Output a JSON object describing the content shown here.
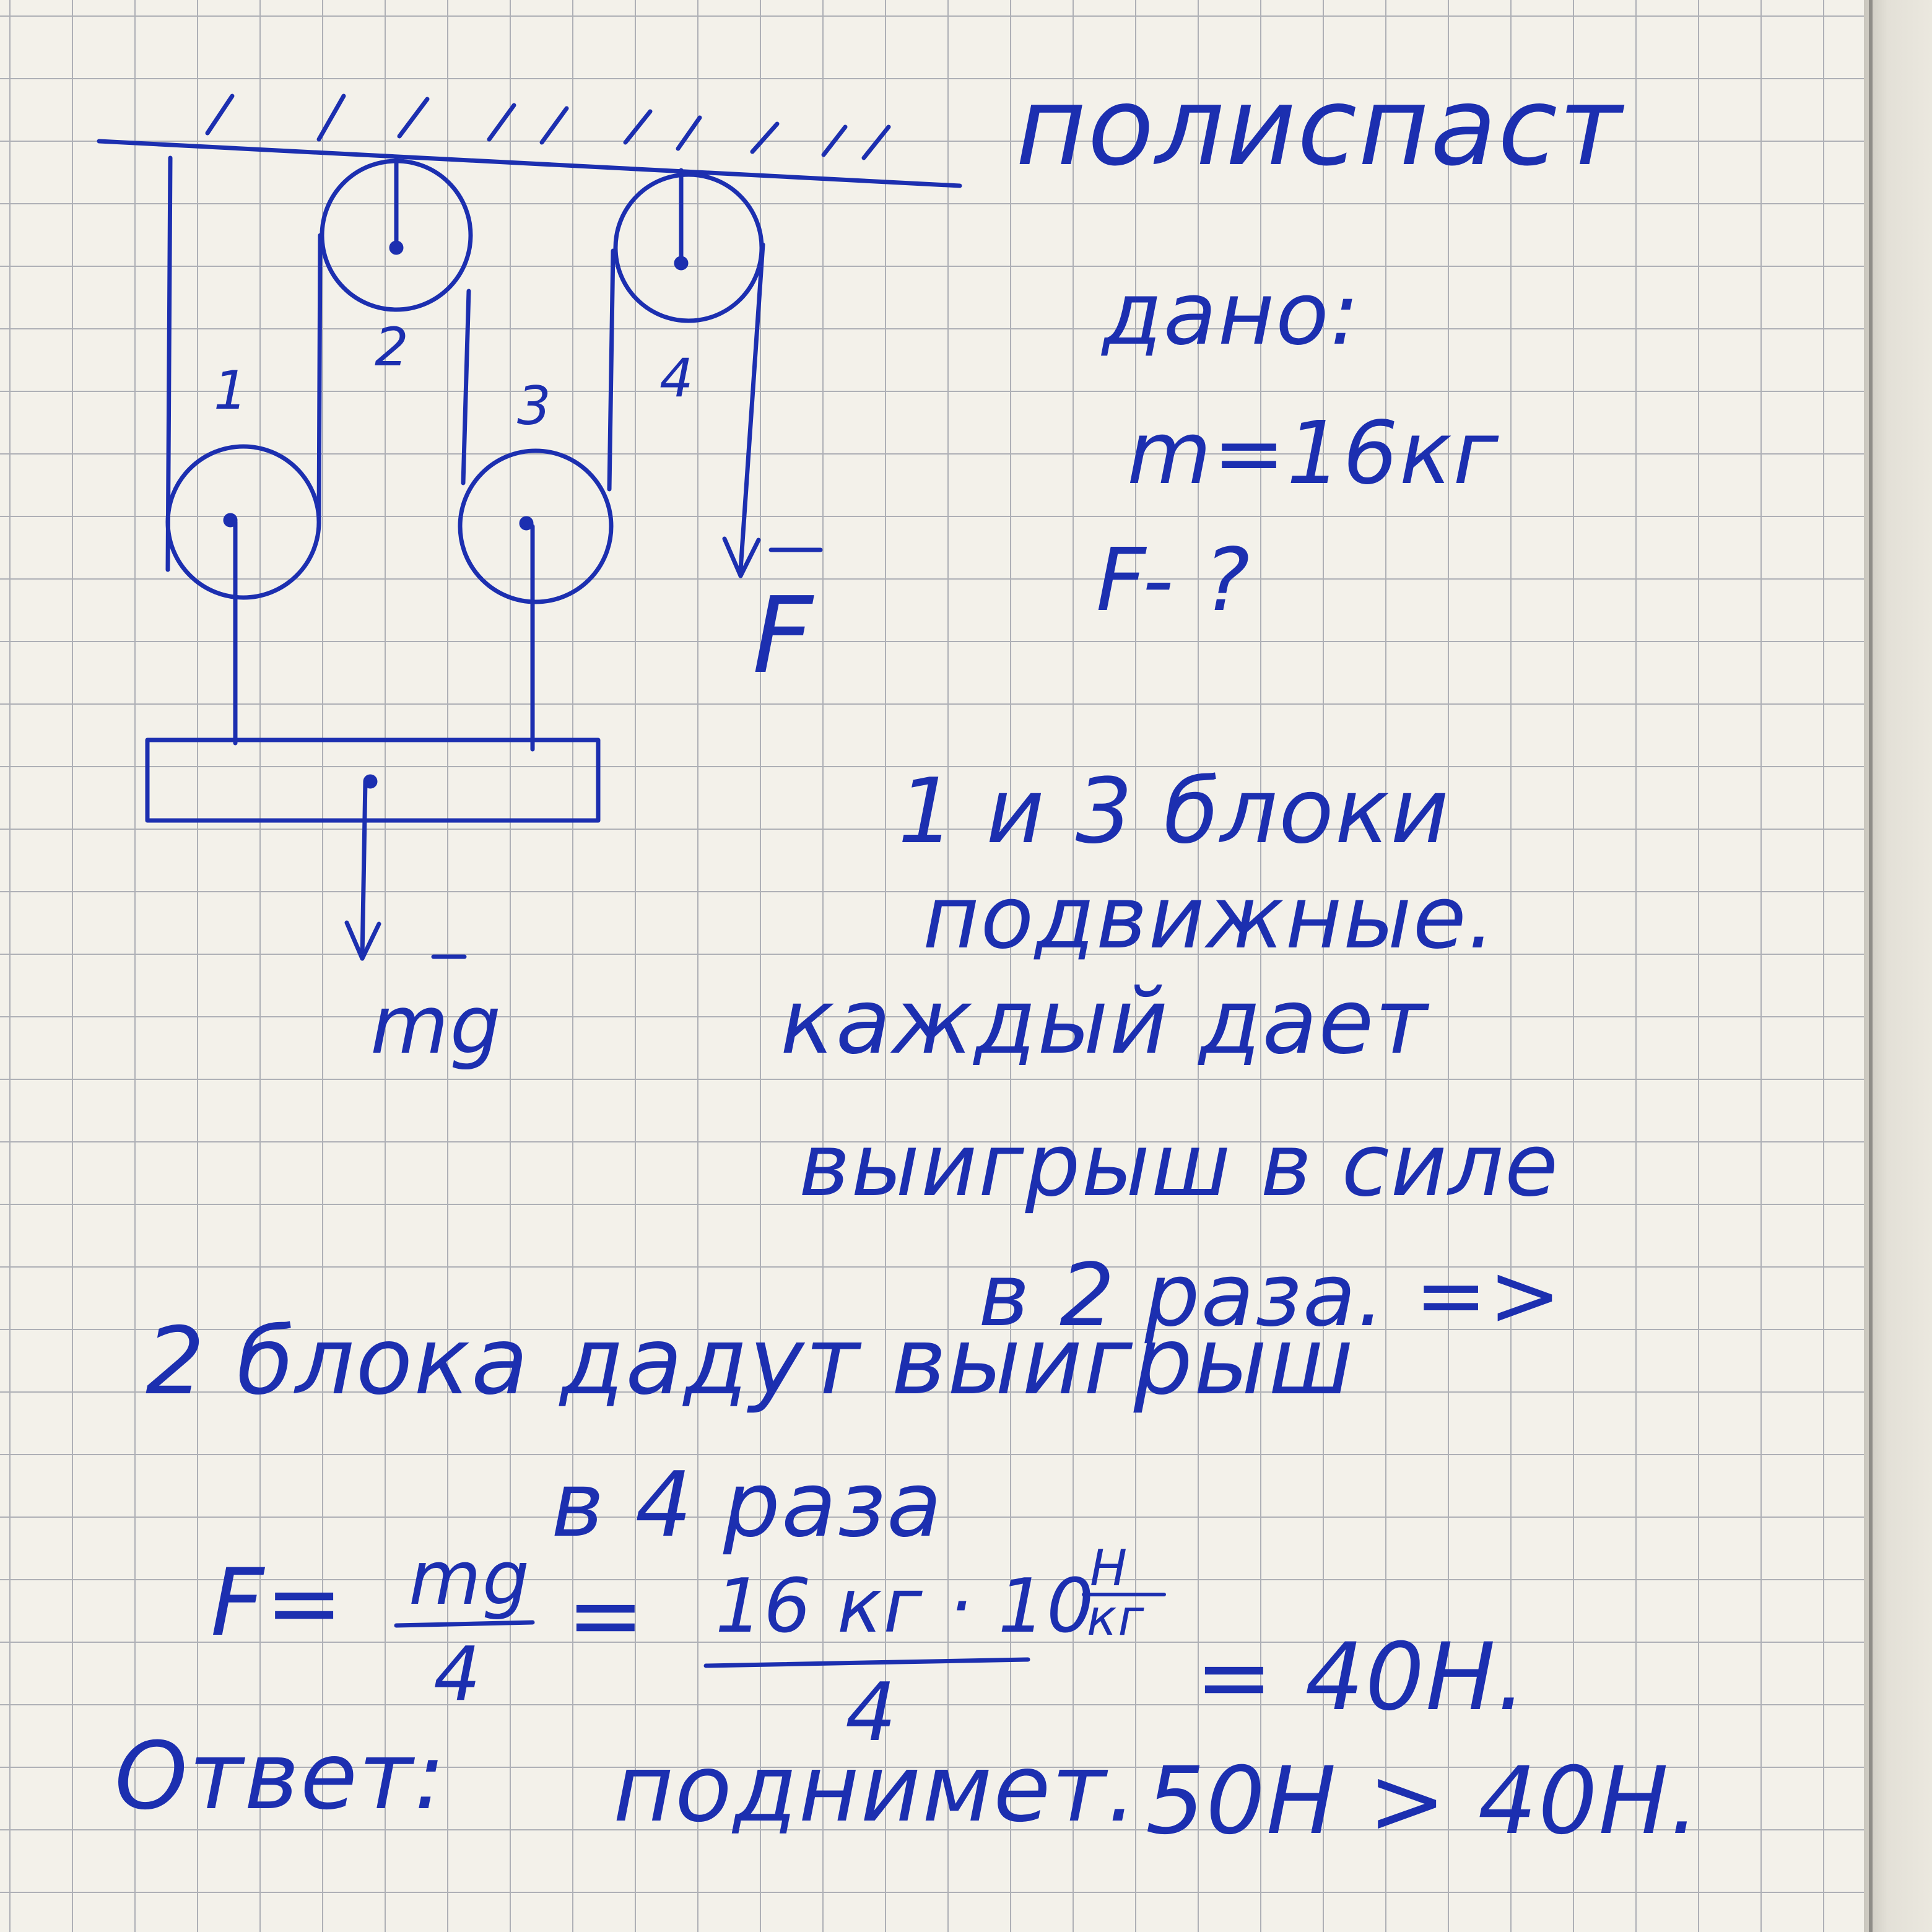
{
  "diagram": {
    "block_labels": [
      "1",
      "2",
      "3",
      "4"
    ],
    "force_label": "F",
    "weight_label": "mg"
  },
  "notes": {
    "title": "полиспаст",
    "given_heading": "дано:",
    "given_mass": "m=16кг",
    "unknown": "F- ?",
    "explanation": [
      "1 и 3 блоки",
      "подвижные.",
      "каждый дает",
      "выигрыш в силе",
      "в 2 раза. =>",
      "2 блока дадут выигрыш",
      "в 4 раза"
    ],
    "formula": {
      "lhs": "F=",
      "frac1_num": "mg",
      "frac1_den": "4",
      "eq": "=",
      "frac2_num": "16 кг · 10",
      "unit_num": "Н",
      "unit_den": "кг",
      "frac2_den": "4",
      "result": "= 40Н."
    },
    "answer_label": "Ответ:",
    "answer_text": "поднимет.",
    "answer_compare": "50Н > 40Н."
  },
  "ink_color": "#1c2fb0"
}
